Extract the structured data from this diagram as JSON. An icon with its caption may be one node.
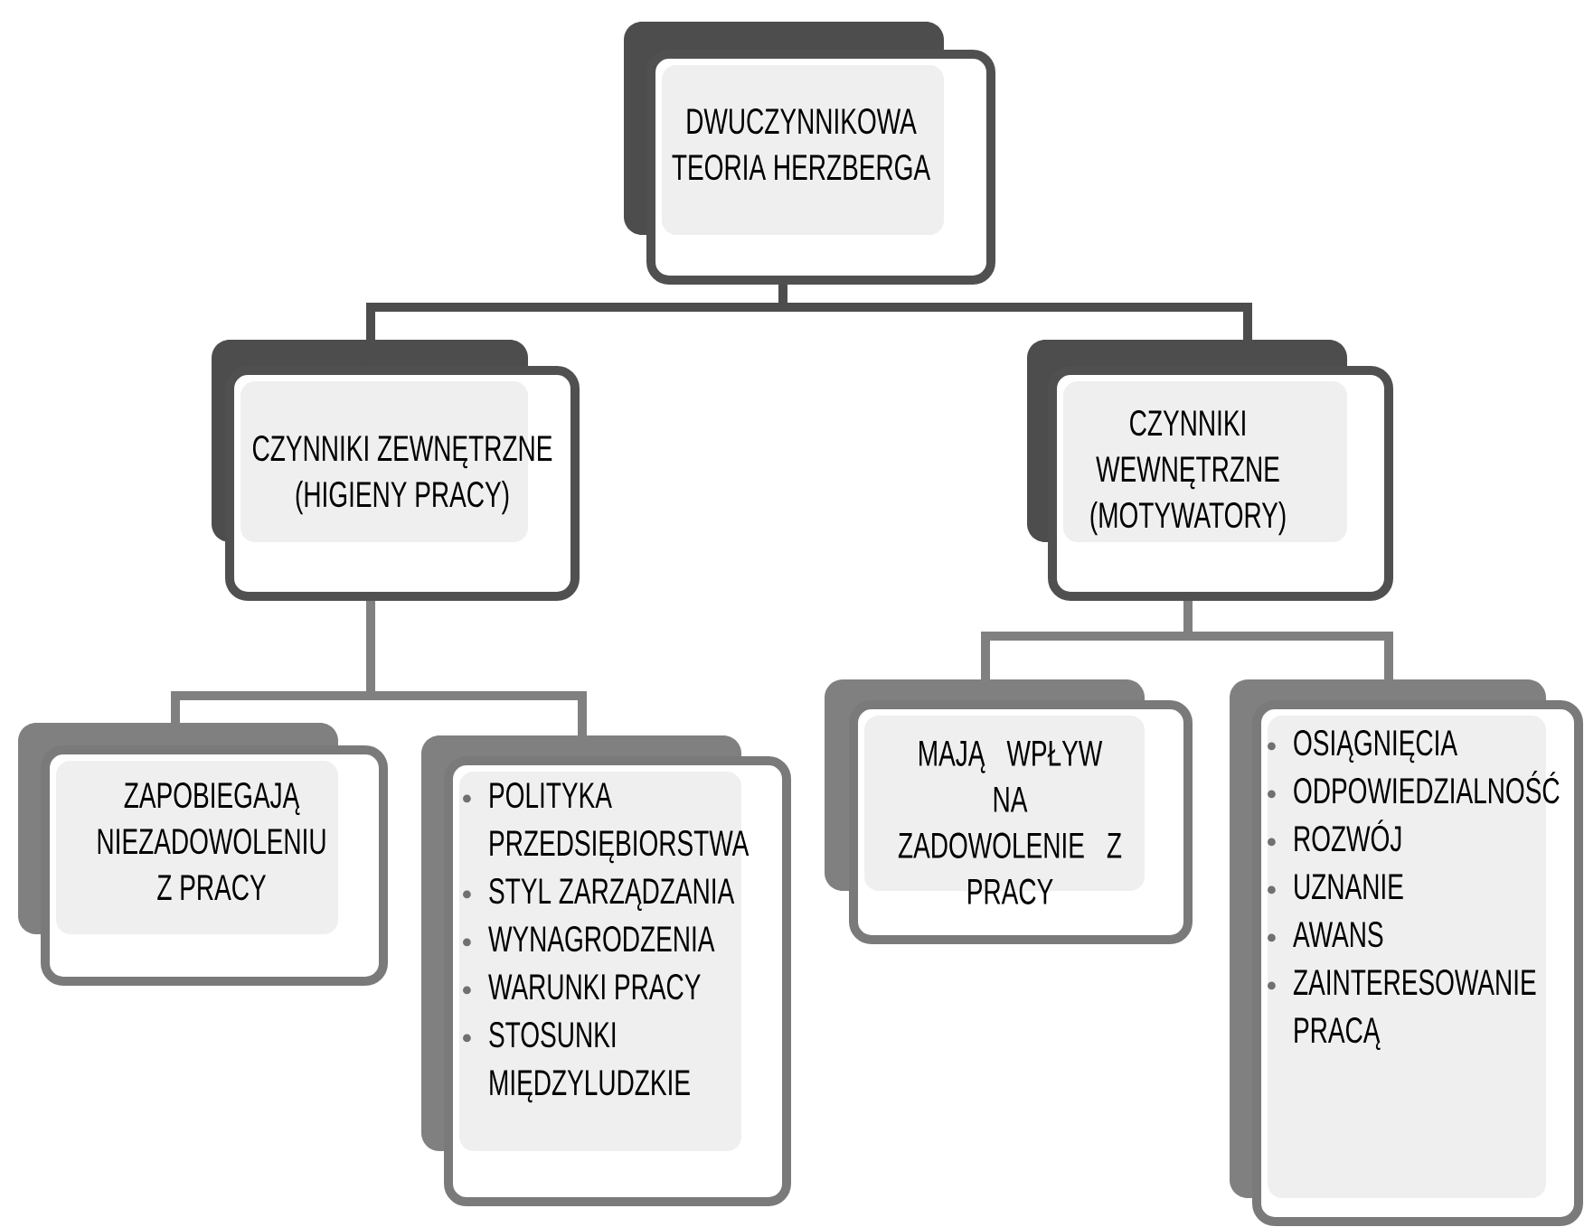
{
  "diagram": {
    "nodes": [
      {
        "text": [
          "DWUCZYNNIKOWA TEORIA HERZBERGA"
        ]
      },
      {
        "text": [
          "CZYNNIKI ZEWNĘTRZNE (HIGIENY PRACY)"
        ]
      },
      {
        "text": [
          "CZYNNIKI WEWNĘTRZNE (MOTYWATORY)"
        ]
      },
      {
        "text": [
          "ZAPOBIEGAJĄ NIEZADOWOLENIU Z PRACY"
        ]
      },
      {
        "text": [
          "POLITYKA PRZEDSIĘBIORSTWA",
          "STYL ZARZĄDZANIA",
          "WYNAGRODZENIA",
          "WARUNKI PRACY",
          "STOSUNKI MIĘDZYLUDZKIE"
        ]
      },
      {
        "text": [
          "MAJĄ WPŁYW NA ZADOWOLENIE Z PRACY"
        ]
      },
      {
        "text": [
          "OSIĄGNIĘCIA",
          "ODPOWIEDZIALNOŚĆ",
          "ROZWÓJ",
          "UZNANIE",
          "AWANS",
          "ZAINTERESOWANIE PRACĄ"
        ]
      }
    ],
    "edges": [
      {
        "from": 0,
        "to": 1,
        "arrow": "none",
        "color": "#4d4d4d"
      },
      {
        "from": 0,
        "to": 2,
        "arrow": "none",
        "color": "#4d4d4d"
      },
      {
        "from": 1,
        "to": 3,
        "arrow": "none"
      },
      {
        "from": 1,
        "to": 4,
        "arrow": "none"
      },
      {
        "from": 2,
        "to": 5,
        "arrow": "none"
      },
      {
        "from": 2,
        "to": 6,
        "arrow": "none"
      }
    ]
  }
}
